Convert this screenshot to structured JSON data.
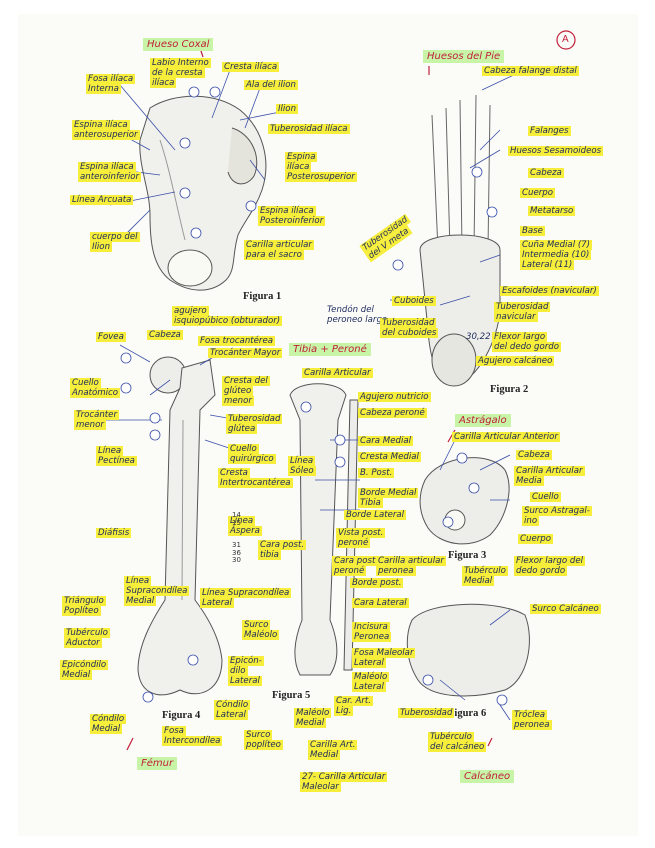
{
  "page_number": "A",
  "headings": {
    "hip": "Hueso Coxal",
    "foot": "Huesos del Pie",
    "tibia": "Tibia + Peroné",
    "talus": "Astrágalo",
    "femur": "Fémur",
    "calcaneus": "Calcáneo"
  },
  "figures": {
    "f1": "Figura 1",
    "f2": "Figura 2",
    "f3": "Figura 3",
    "f4": "Figura 4",
    "f5": "Figura 5",
    "f6": "Figura 6"
  },
  "hip_labels": {
    "labio": "Labio Interno",
    "labio2": "de la cresta",
    "labio3": "ilíaca",
    "cresta": "Cresta ilíaca",
    "fosa1": "Fosa ilíaca",
    "fosa2": "Interna",
    "ala": "Ala del ilion",
    "ilion": "Ilion",
    "tub": "Tuberosidad ilíaca",
    "eias1": "Espina ilíaca",
    "eias2": "anterosuperior",
    "eiai1": "Espina ilíaca",
    "eiai2": "anteroinferior",
    "epi1": "Espina",
    "epi2": "ilíaca",
    "epi3": "Posterosuperior",
    "arc": "Línea Arcuata",
    "epii1": "Espina ilíaca",
    "epii2": "Posteroinferior",
    "cuerpo1": "cuerpo del",
    "cuerpo2": "Ilion",
    "carilla1": "Carilla articular",
    "carilla2": "para el sacro",
    "agujero1": "agujero",
    "agujero2": "isquiopúbico (obturador)"
  },
  "foot_labels": {
    "cab": "Cabeza falange distal",
    "fal": "Falanges",
    "ses": "Huesos Sesamoideos",
    "cabeza": "Cabeza",
    "cuerpo": "Cuerpo",
    "meta": "Metatarso",
    "base": "Base",
    "cun1": "Cuña Medial (7)",
    "cun2": "Intermedia (10)",
    "cun3": "Lateral (11)",
    "tub5a": "Tuberosidad",
    "tub5b": "del V meta",
    "esc": "Escafoides (navicular)",
    "tubn1": "Tuberosidad",
    "tubn2": "navicular",
    "cub": "Cuboides",
    "tend1": "Tendón del",
    "tend2": "peroneo largo",
    "tubc1": "Tuberosidad",
    "tubc2": "del cuboides",
    "flex1": "Flexor largo",
    "flex2": "del dedo gordo",
    "calc": "Agujero calcáneo",
    "n30": "30,22"
  },
  "femur_labels": {
    "fovea": "Fovea",
    "cabeza": "Cabeza",
    "fosa": "Fosa trocantérea",
    "tmay": "Trocánter Mayor",
    "cuello1": "Cuello",
    "cuello2": "Anatómico",
    "cresta1": "Cresta del",
    "cresta2": "glúteo",
    "cresta3": "menor",
    "tmen1": "Trocánter",
    "tmen2": "menor",
    "tubg1": "Tuberosidad",
    "tubg2": "glútea",
    "pect1": "Línea",
    "pect2": "Pectínea",
    "cq1": "Cuello",
    "cq2": "quirúrgico",
    "cit1": "Cresta",
    "cit2": "Intertrocantérea",
    "diaf": "Diáfisis",
    "asp1": "Línea",
    "asp2": "Áspera",
    "lsm1": "Línea",
    "lsm2": "Supracondílea",
    "lsm3": "Medial",
    "lsl1": "Línea Supracondílea",
    "lsl2": "Lateral",
    "tri1": "Triángulo",
    "tri2": "Poplíteo",
    "tub1": "Tubérculo",
    "tub2": "Aductor",
    "epm1": "Epicóndilo",
    "epm2": "Medial",
    "epl1": "Epicón-",
    "epl2": "dilo",
    "epl3": "Lateral",
    "cm1": "Cóndilo",
    "cm2": "Medial",
    "fosa1": "Fosa",
    "fosa2": "Intercondílea",
    "cl1": "Cóndilo",
    "cl2": "Lateral",
    "surco1": "Surco",
    "surco2": "poplíteo",
    "nums": "14\n15\n\n\n31\n36\n30"
  },
  "tibia_labels": {
    "car": "Carilla Articular",
    "ag1": "Agujero nutricio",
    "ag2": "Cabeza peroné",
    "cm": "Cara Medial",
    "crm": "Cresta Medial",
    "bpost": "B. Post.",
    "ls1": "Línea",
    "ls2": "Sóleo",
    "bm1": "Borde Medial",
    "bm2": "Tibia",
    "bl": "Borde Lateral",
    "vp1": "Vista post.",
    "vp2": "peroné",
    "cp1": "Cara post.",
    "cp2": "tibia",
    "cpp1": "Cara post.",
    "cpp2": "peroné",
    "bp": "Borde post.",
    "cl": "Cara Lateral",
    "sh1": "Surco",
    "sh2": "Maléolo",
    "ip1": "Incisura",
    "ip2": "Peronea",
    "fml1": "Fosa Maleolar",
    "fml2": "Lateral",
    "ml1": "Maléolo",
    "ml2": "Lateral",
    "mm1": "Maléolo",
    "mm2": "Medial",
    "ca1": "Car. Art.",
    "ca2": "Lig.",
    "cart1": "Carilla Art.",
    "cart2": "Medial",
    "bottom1": "27- Carilla Articular",
    "bottom2": "Maleolar",
    "cartp1": "Carilla articular",
    "cartp2": "peronea"
  },
  "talus_labels": {
    "car": "Carilla Articular Anterior",
    "cab": "Cabeza",
    "cam1": "Carilla Articular",
    "cam2": "Media",
    "cue": "Cuello",
    "surco1": "Surco Astragal-",
    "surco2": "ino",
    "cuer": "Cuerpo",
    "tub1": "Tubérculo",
    "tub2": "Medial",
    "flex1": "Flexor largo del",
    "flex2": "dedo gordo"
  },
  "calc_labels": {
    "surco": "Surco Calcáneo",
    "tub": "Tuberosidad",
    "tub2": "Tubérculo",
    "tub3": "del calcáneo",
    "troc1": "Tróclea",
    "troc2": "peronea"
  }
}
